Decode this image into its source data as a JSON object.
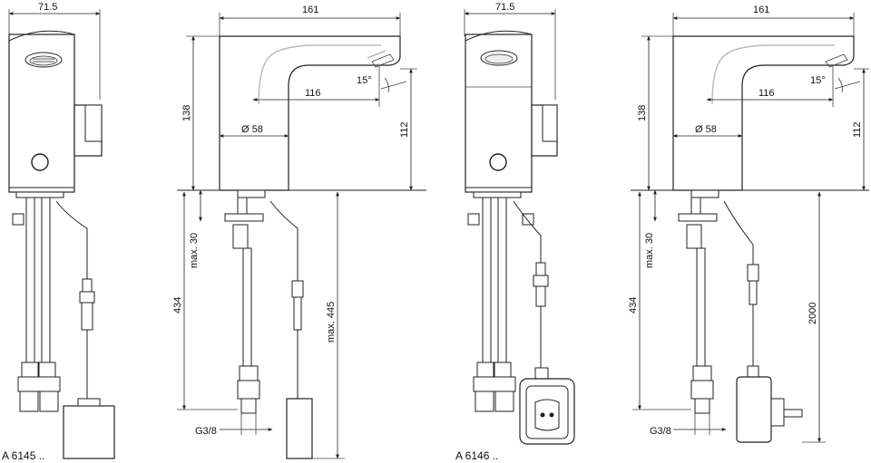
{
  "dims": {
    "w_side": "71.5",
    "w_front": "161",
    "h_body": "138",
    "reach": "116",
    "angle": "15°",
    "dia": "Ø 58",
    "h_spout": "112",
    "max30": "max. 30",
    "l434": "434",
    "max445": "max. 445",
    "l2000": "2000",
    "thread": "G3/8"
  },
  "captions": {
    "model_a": "A 6145 ..",
    "model_b": "A 6146 .."
  }
}
